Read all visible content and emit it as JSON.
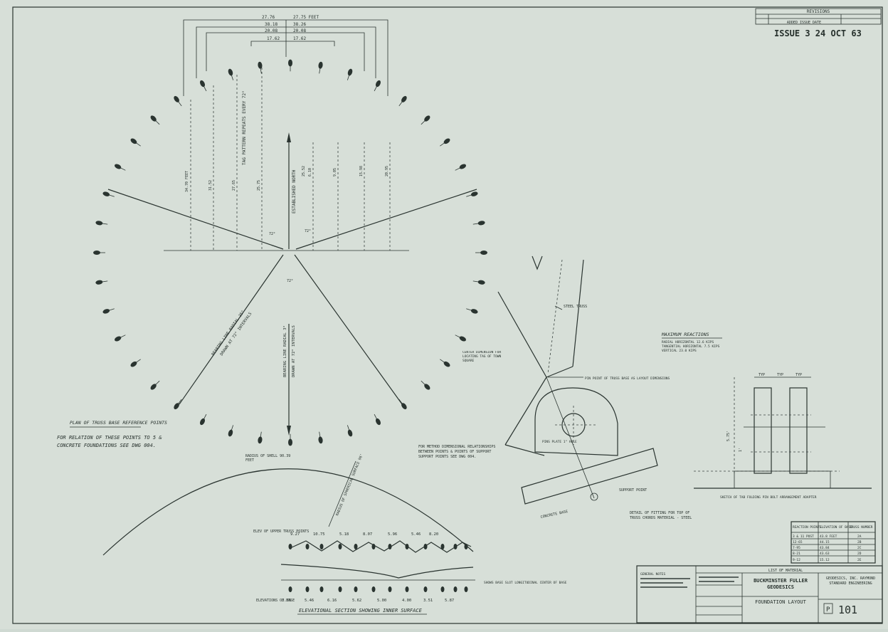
{
  "issue_stamp": "ISSUE 3  24 OCT 63",
  "revisions_header": "REVISIONS",
  "revision_note": "ADDED ISSUE DATE",
  "top_dims": [
    {
      "left": "27.76",
      "right": "27.75 FEET"
    },
    {
      "left": "38.18",
      "right": "38.26"
    },
    {
      "left": "20.08",
      "right": "20.08"
    },
    {
      "left": "17.62",
      "right": "17.62"
    }
  ],
  "notes": {
    "tag_pattern": "TAG PATTERN REPEATS EVERY 72°",
    "established_north": "ESTABLISHED NORTH",
    "bearing_left": "BEARING LINE RADIAL 35°",
    "bearing_center": "BEARING LINE RADIAL 3°",
    "drawn_at": "DRAWN AT 72° INTERVALS",
    "plan_title": "PLAN OF TRUSS BASE REFERENCE POINTS",
    "for_relation": "FOR RELATION OF THESE POINTS TO 5 & CONCRETE FOUNDATIONS  SEE DWG 004.",
    "for_method": "FOR METHOD DIMENSIONAL RELATIONSHIPS BETWEEN POINTS & POINTS OF SUPPORT SUPPORT POINTS SEE DWG 004.",
    "radius_note": "RADIUS OF SHELL 90.39 FEET",
    "radius_line": "RADIUS OF SPHERICAL SURFACE 96'",
    "center_typical": "CENTER DIMENSION FOR LOCATING TAG OF TOWN SQUARE",
    "max_reactions": "MAXIMUM REACTIONS",
    "reaction_lines": [
      "RADIAL HORIZONTAL  12.6 KIPS",
      "TANGENTIAL HORIZONTAL  7.5 KIPS",
      "VERTICAL  23.0 KIPS"
    ],
    "steel_beam": "STEEL TRUSS",
    "pin_point": "PIN POINT OF TRUSS BASE AS LAYOUT DIMENSIONS",
    "pin_hole": "PINS PLATE 1\" HOLE",
    "concrete_base": "CONCRETE BASE",
    "support_point": "SUPPORT POINT",
    "detail_title": "DETAIL OF FITTING FOR TOP OF TRUSS CHORDS MATERIAL - STEEL",
    "sketch_note": "SKETCH OF TAB FOLDING PIN BOLT ARRANGEMENT ADAPTER",
    "elev_title": "ELEVATIONAL SECTION SHOWING INNER SURFACE",
    "elev_of_points": "ELEV OF UPPER TRUSS POINTS",
    "elev_of_base": "ELEVATIONS OF BASE",
    "shows_base": "SHOWS BASE SLOT LONGITUDINAL CENTER OF BASE",
    "typ_dims": [
      "TYP",
      "TYP",
      "TYP"
    ]
  },
  "angles": [
    "72°",
    "72°",
    "72°"
  ],
  "radial_dims": [
    "34.70 FEET",
    "31.52",
    "27.65",
    "25.75",
    "6.10",
    "9.05",
    "15.98",
    "20.95",
    "25.52"
  ],
  "elev_upper": [
    "9.27",
    "10.75",
    "5.18",
    "8.07",
    "5.96",
    "5.46",
    "8.20"
  ],
  "elev_base": [
    "3.75",
    "5.46",
    "6.16",
    "5.62",
    "5.00",
    "4.00",
    "3.51",
    "5.87"
  ],
  "detail_dims": [
    "5.75'",
    "1'"
  ],
  "table": {
    "headers": [
      "REACTION POINTS",
      "ELEVATION OF BASE",
      "TRUSS NUMBER"
    ],
    "rows": [
      [
        "3 & 11 POST",
        "43.8 FEET",
        "2A"
      ],
      [
        "12-65",
        "44.15",
        "2B"
      ],
      [
        "7-95",
        "43.84",
        "2C"
      ],
      [
        "8-21",
        "43.63",
        "2D"
      ],
      [
        "9-12",
        "15.12",
        "2E"
      ]
    ]
  },
  "title_block": {
    "list_of_material": "LIST OF MATERIAL",
    "project": "BUCKMINSTER FULLER GEODESICS",
    "drawing_title": "FOUNDATION LAYOUT",
    "company": "GEODESICS, INC. RAYMOND STANDARD ENGINEERING",
    "sheet_prefix": "P",
    "sheet_number": "101",
    "scale_note": "GENERAL NOTES"
  },
  "colors": {
    "paper": "#d7dfd8",
    "ink": "#2a3430"
  }
}
